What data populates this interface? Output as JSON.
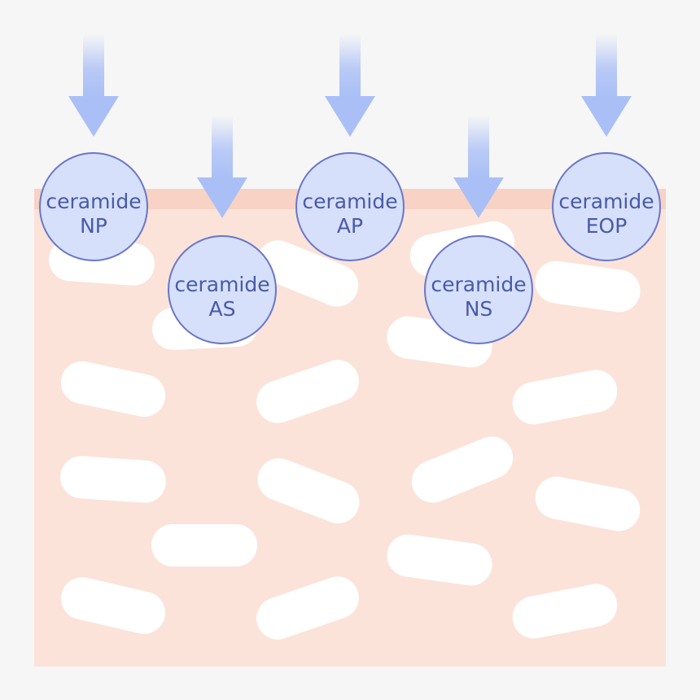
{
  "diagram": {
    "colors": {
      "background": "#f6f6f6",
      "skin": "#fbe3d9",
      "skin_top_band": "#f8d2c4",
      "cell": "#ffffff",
      "arrow": "#aabff6",
      "circle_fill": "#d6e0fb",
      "circle_stroke": "#6a76c8",
      "label_text": "#4a5aa8"
    },
    "ceramides": [
      {
        "line1": "ceramide",
        "line2": "NP"
      },
      {
        "line1": "ceramide",
        "line2": "AS"
      },
      {
        "line1": "ceramide",
        "line2": "AP"
      },
      {
        "line1": "ceramide",
        "line2": "NS"
      },
      {
        "line1": "ceramide",
        "line2": "EOP"
      }
    ]
  }
}
